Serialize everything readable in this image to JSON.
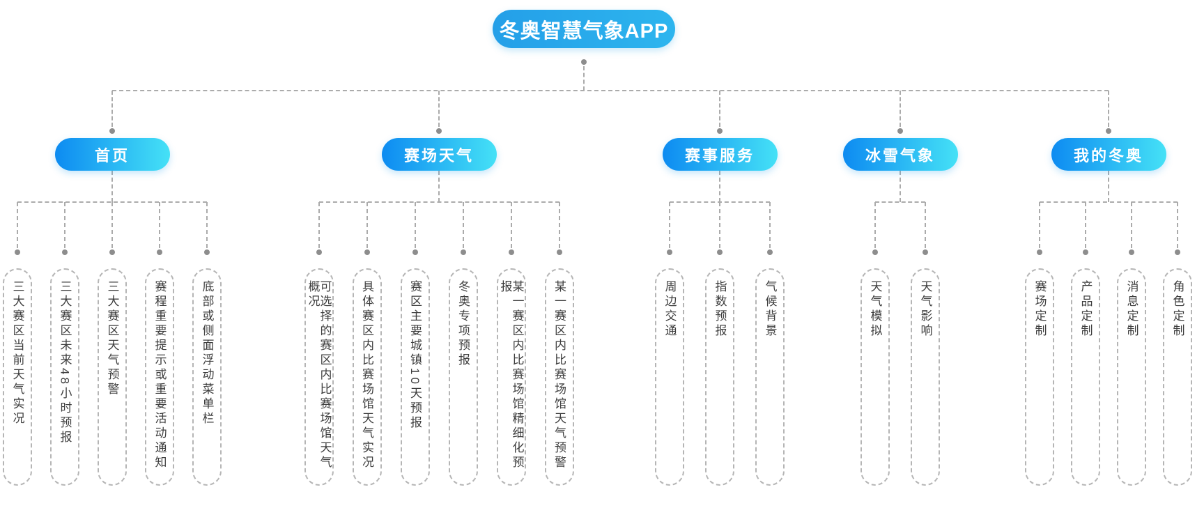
{
  "app": {
    "title": "冬奥智慧气象APP",
    "diagram_type": "mindmap-tree"
  },
  "root": {
    "label": "冬奥智慧气象APP"
  },
  "branches": [
    {
      "label": "首页",
      "children": [
        "三大赛区当前天气实况",
        "三大赛区未来48小时预报",
        "三大赛区天气预警",
        "赛程重要提示或重要活动通知",
        "底部或侧面浮动菜单栏"
      ]
    },
    {
      "label": "赛场天气",
      "children": [
        "可选择的赛区内比赛场馆天气概况",
        "具体赛区内比赛场馆天气实况",
        "赛区主要城镇10天预报",
        "冬奥专项预报",
        "某一赛区内比赛场馆精细化预报",
        "某一赛区内比赛场馆天气预警"
      ]
    },
    {
      "label": "赛事服务",
      "children": [
        "周边交通",
        "指数预报",
        "气候背景"
      ]
    },
    {
      "label": "冰雪气象",
      "children": [
        "天气模拟",
        "天气影响"
      ]
    },
    {
      "label": "我的冬奥",
      "children": [
        "赛场定制",
        "产品定制",
        "消息定制",
        "角色定制"
      ]
    }
  ],
  "colors": {
    "root_pill_start": "#249fe8",
    "root_pill_end": "#2db5ee",
    "branch_pill_start": "#0d8bf1",
    "branch_pill_end": "#45e1f6",
    "pill_text": "#ffffff",
    "connector_dash": "#ababab",
    "connector_dot": "#8d8d8d",
    "leaf_border": "#b5b5b5",
    "leaf_text": "#3d3d3d",
    "background": "#ffffff"
  }
}
